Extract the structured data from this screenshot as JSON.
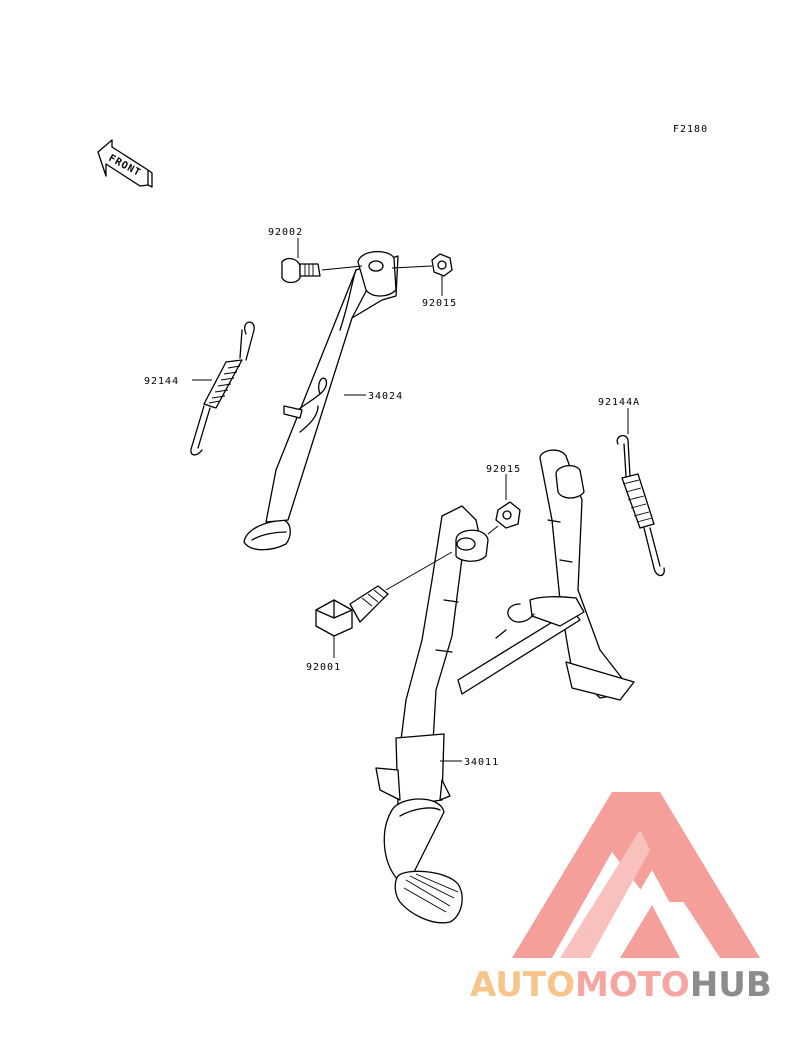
{
  "figure_code": "F2180",
  "front_label": "FRONT",
  "parts": {
    "p92002": "92002",
    "p92015_top": "92015",
    "p92144": "92144",
    "p34024": "34024",
    "p92144A": "92144A",
    "p92015_mid": "92015",
    "p92001": "92001",
    "p34011": "34011"
  },
  "watermark": {
    "part1": "AUTO",
    "part2": "MOTO",
    "part3": "HUB",
    "colors": {
      "auto": "#f7c48a",
      "moto": "#f7a5a0",
      "hub": "#8c8c8c",
      "logo": "#f48f8a"
    }
  }
}
